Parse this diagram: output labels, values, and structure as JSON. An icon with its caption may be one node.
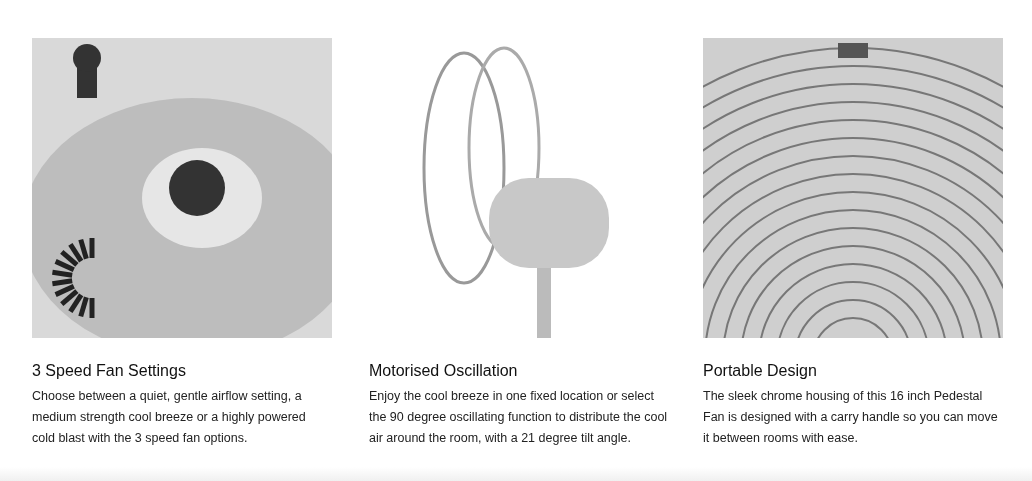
{
  "diagram": {
    "labels": [
      "3 Speed Fan Settings",
      "Choose between a quiet, gentle airflow setting, a medium strength cool breeze or a highly powered cold blast with the 3 speed fan options.",
      "Motorised Oscillation",
      "Enjoy the cool breeze in one fixed location or select the 90 degree oscillating function to distribute the cool air around the room, with a 21 degree tilt angle.",
      "Portable Design",
      "The sleek chrome housing of this 16 inch Pedestal Fan is designed with a carry handle so you can move it between rooms with ease."
    ]
  }
}
